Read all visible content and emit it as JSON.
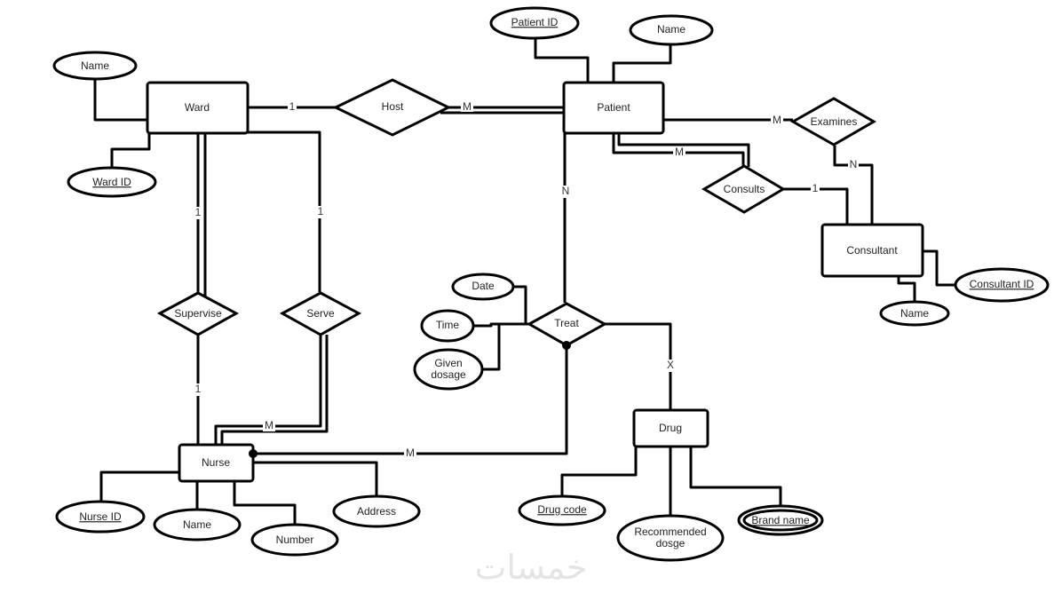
{
  "entities": {
    "ward": "Ward",
    "patient": "Patient",
    "consultant": "Consultant",
    "nurse": "Nurse",
    "drug": "Drug"
  },
  "relationships": {
    "host": "Host",
    "examines": "Examines",
    "consults": "Consults",
    "treat": "Treat",
    "supervise": "Supervise",
    "serve": "Serve"
  },
  "attributes": {
    "ward_name": "Name",
    "ward_id": "Ward ID",
    "patient_id": "Patient ID",
    "patient_name": "Name",
    "consultant_id": "Consultant ID",
    "consultant_name": "Name",
    "date": "Date",
    "time": "Time",
    "given_dosage_1": "Given",
    "given_dosage_2": "dosage",
    "nurse_id": "Nurse ID",
    "nurse_name": "Name",
    "nurse_number": "Number",
    "nurse_address": "Address",
    "drug_code": "Drug code",
    "recommended_dosage_1": "Recommended",
    "recommended_dosage_2": "dosge",
    "brand_name": "Brand name"
  },
  "cardinalities": {
    "ward_host": "1",
    "host_patient": "M",
    "patient_examines": "M",
    "examines_consultant": "N",
    "patient_consults": "M",
    "consults_consultant": "1",
    "patient_treat": "N",
    "treat_drug": "X",
    "treat_nurse": "M",
    "ward_supervise": "1",
    "ward_serve": "1",
    "supervise_nurse": "1",
    "serve_nurse": "M"
  },
  "watermark": "خمسات"
}
